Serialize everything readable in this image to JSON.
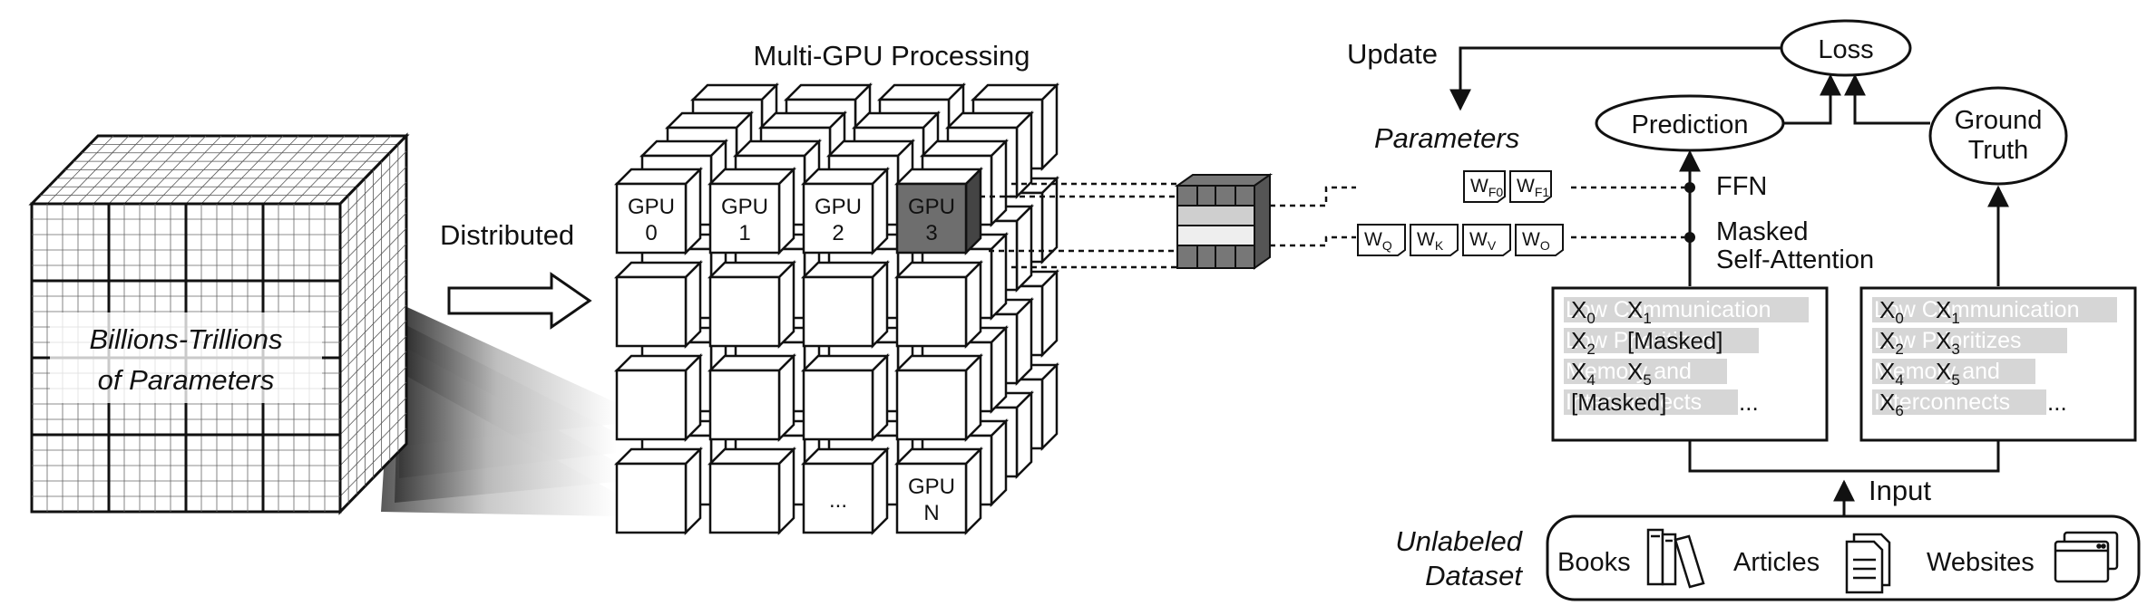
{
  "big_cube": {
    "line1": "Billions-Trillions",
    "line2": "of Parameters"
  },
  "distributed_label": "Distributed",
  "gpu_grid": {
    "title": "Multi-GPU Processing",
    "top_row": [
      {
        "l1": "GPU",
        "l2": "0",
        "highlight": false
      },
      {
        "l1": "GPU",
        "l2": "1",
        "highlight": false
      },
      {
        "l1": "GPU",
        "l2": "2",
        "highlight": false
      },
      {
        "l1": "GPU",
        "l2": "3",
        "highlight": true
      }
    ],
    "ellipsis": "...",
    "last": {
      "l1": "GPU",
      "l2": "N"
    }
  },
  "training": {
    "update": "Update",
    "loss": "Loss",
    "prediction": "Prediction",
    "ground_truth": {
      "l1": "Ground",
      "l2": "Truth"
    },
    "parameters": "Parameters",
    "ffn": "FFN",
    "attention": {
      "l1": "Masked",
      "l2": "Self-Attention"
    },
    "ffn_weights": [
      {
        "b": "W",
        "s": "F0"
      },
      {
        "b": "W",
        "s": "F1"
      }
    ],
    "attn_weights": [
      {
        "b": "W",
        "s": "Q"
      },
      {
        "b": "W",
        "s": "K"
      },
      {
        "b": "W",
        "s": "V"
      },
      {
        "b": "W",
        "s": "O"
      }
    ]
  },
  "masked_input": {
    "bg_lines": [
      "Low Communication",
      "Low Prioritizes",
      "Memory and",
      "Interconnects"
    ],
    "tokens": [
      {
        "b": "X",
        "s": "0"
      },
      {
        "b": "X",
        "s": "1"
      },
      {
        "b": "X",
        "s": "2"
      },
      {
        "t": "[Masked]"
      },
      {
        "b": "X",
        "s": "4"
      },
      {
        "b": "X",
        "s": "5"
      },
      {
        "t": "[Masked]"
      },
      {
        "t": "..."
      }
    ]
  },
  "target_input": {
    "bg_lines": [
      "Low Communication",
      "Low Prioritizes",
      "Memory and",
      "Interconnects"
    ],
    "tokens": [
      {
        "b": "X",
        "s": "0"
      },
      {
        "b": "X",
        "s": "1"
      },
      {
        "b": "X",
        "s": "2"
      },
      {
        "b": "X",
        "s": "3"
      },
      {
        "b": "X",
        "s": "4"
      },
      {
        "b": "X",
        "s": "5"
      },
      {
        "b": "X",
        "s": "6"
      },
      {
        "t": "..."
      }
    ]
  },
  "input_label": "Input",
  "dataset": {
    "label1": "Unlabeled",
    "label2": "Dataset",
    "books": "Books",
    "articles": "Articles",
    "websites": "Websites"
  }
}
